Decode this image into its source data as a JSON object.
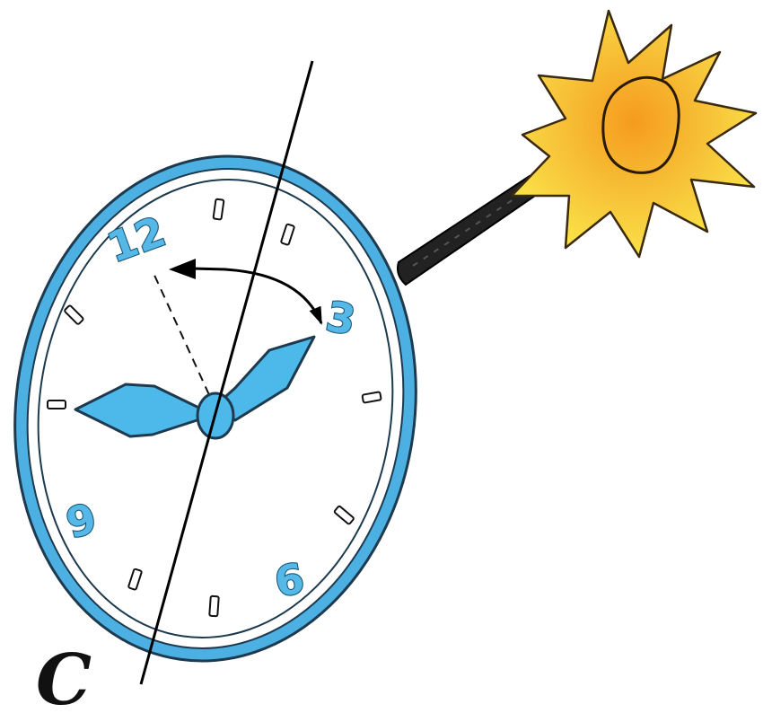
{
  "clock": {
    "numerals": {
      "twelve": "12",
      "three": "3",
      "six": "6",
      "nine": "9"
    },
    "colors": {
      "ring": "#4db0e2",
      "hands": "#4db8ea",
      "outline": "#1d3a4e"
    }
  },
  "sun": {
    "colors": {
      "rays": "#fbe84a",
      "core": "#f7b232",
      "outline": "#3a2a10"
    }
  },
  "stick": {
    "color": "#222222"
  },
  "direction_label": "C"
}
